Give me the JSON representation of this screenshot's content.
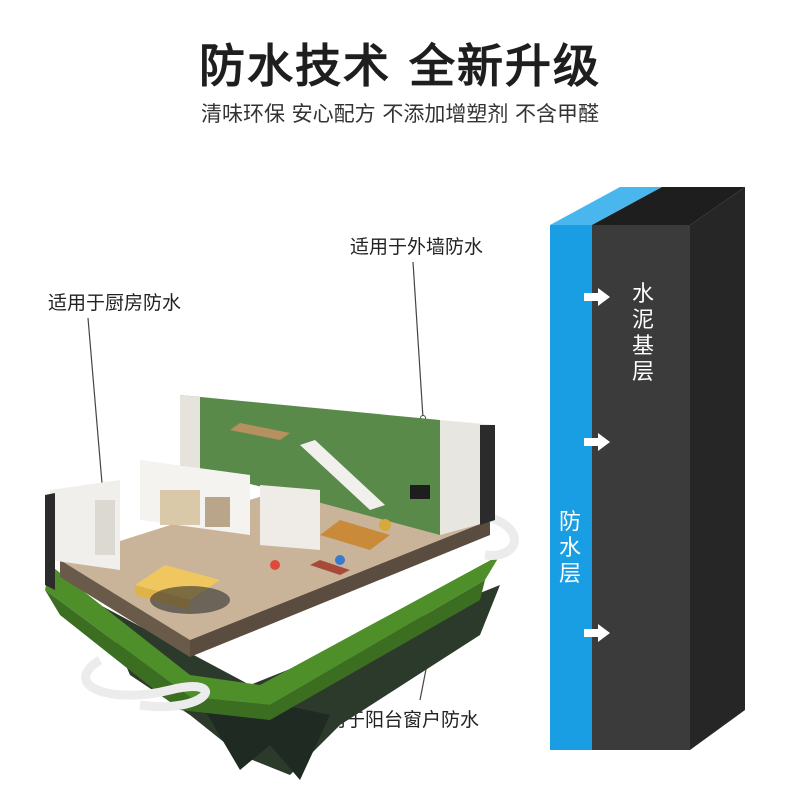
{
  "header": {
    "title": "防水技术 全新升级",
    "subtitle": "清味环保 安心配方 不添加增塑剂 不含甲醛"
  },
  "callouts": {
    "kitchen": "适用于厨房防水",
    "exterior_wall": "适用于外墙防水",
    "balcony_window": "适用于阳台窗户防水"
  },
  "layers": {
    "cement_base": "水泥基层",
    "waterproof": "防水层"
  },
  "colors": {
    "waterproof_layer": "#1a9ee3",
    "cement_front": "#3a3a3a",
    "cement_side": "#262626",
    "grass": "#4f8f2a",
    "wall_green": "#5a8a4a"
  }
}
